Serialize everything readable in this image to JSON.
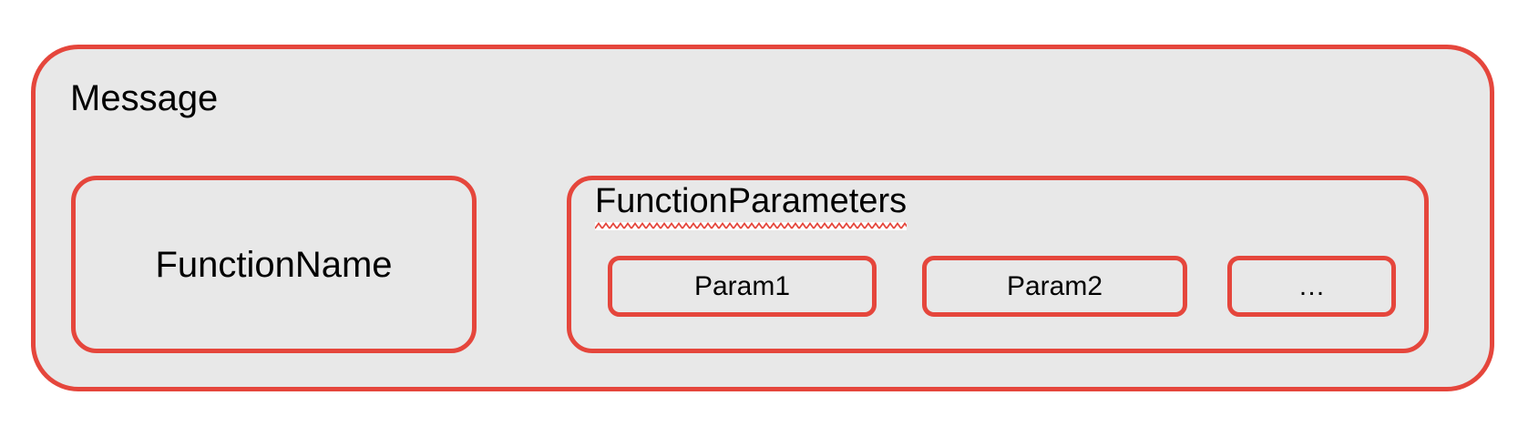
{
  "colors": {
    "accent_red": "#e5463c",
    "box_fill": "#e8e8e8",
    "text": "#000000",
    "canvas_bg": "#ffffff",
    "squiggle_backing": "#ffffff"
  },
  "diagram": {
    "message": {
      "label": "Message"
    },
    "function_name": {
      "label": "FunctionName"
    },
    "function_parameters": {
      "label": "FunctionParameters",
      "params": [
        {
          "label": "Param1"
        },
        {
          "label": "Param2"
        },
        {
          "label": "…"
        }
      ]
    }
  }
}
